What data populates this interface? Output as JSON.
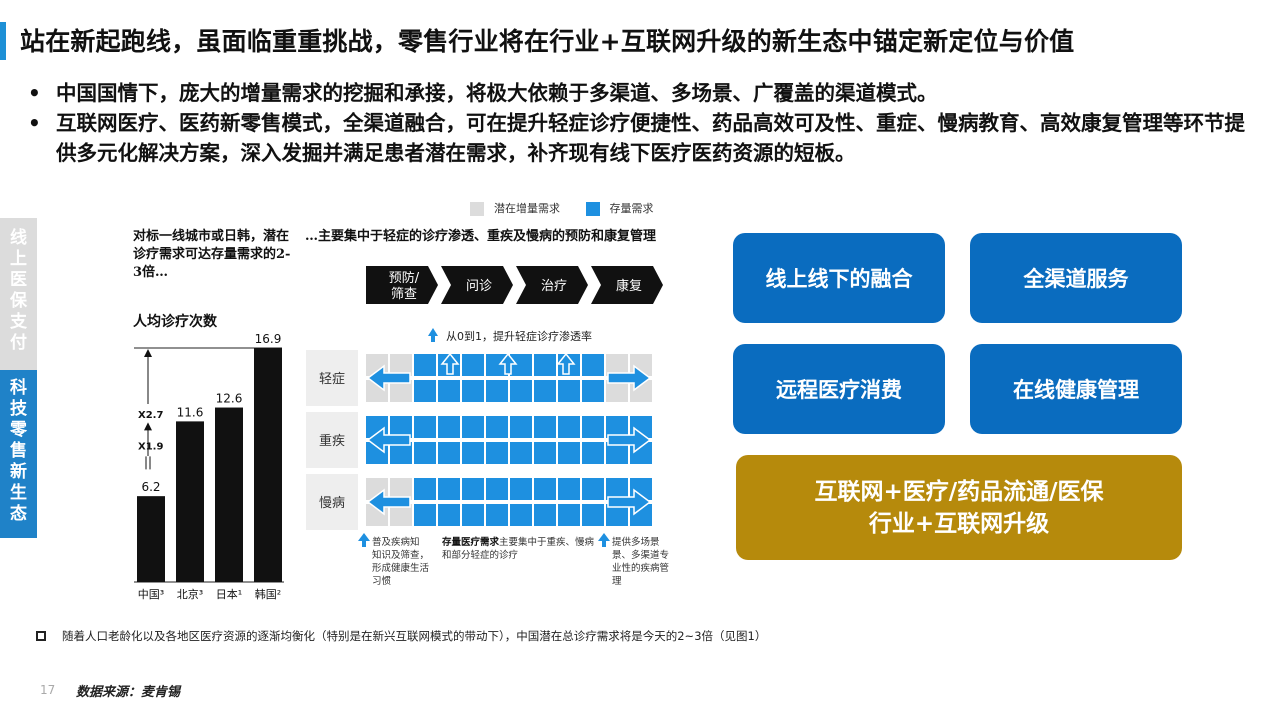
{
  "title": "站在新起跑线，虽面临重重挑战，零售行业将在行业+互联网升级的新生态中锚定新定位与价值",
  "bullets": [
    "中国国情下，庞大的增量需求的挖掘和承接，将极大依赖于多渠道、多场景、广覆盖的渠道模式。",
    "互联网医疗、医药新零售模式，全渠道融合，可在提升轻症诊疗便捷性、药品高效可及性、重症、慢病教育、高效康复管理等环节提供多元化解决方案，深入发掘并满足患者潜在需求，补齐现有线下医疗医药资源的短板。"
  ],
  "side": {
    "gray": "线上医保支付",
    "blue": "科技零售新生态"
  },
  "legend": {
    "latent": "潜在增量需求",
    "existing": "存量需求",
    "latent_color": "#dcdcdc",
    "existing_color": "#1e90e0"
  },
  "left_chart": {
    "title": "对标一线城市或日韩，潜在诊疗需求可达存量需求的2-3倍…",
    "ylabel": "人均诊疗次数"
  },
  "chart_data": {
    "type": "bar",
    "categories": [
      "中国³",
      "北京³",
      "日本¹",
      "韩国²"
    ],
    "values": [
      6.2,
      11.6,
      12.6,
      16.9
    ],
    "ylabel": "人均诊疗次数",
    "ylim": [
      0,
      16.9
    ],
    "annotations": [
      "X2.7",
      "X1.9"
    ],
    "grid": false
  },
  "middle": {
    "title": "…主要集中于轻症的诊疗渗透、重疾及慢病的预防和康复管理",
    "stages": [
      "预防/\n筛查",
      "问诊",
      "治疗",
      "康复"
    ],
    "note": "从0到1，提升轻症诊疗渗透率",
    "rows": [
      "轻症",
      "重疾",
      "慢病"
    ],
    "captions": [
      {
        "bold": "",
        "text": "普及疾病知识及筛查，形成健康生活习惯"
      },
      {
        "bold": "存量医疗需求",
        "text": "主要集中于重疾、慢病和部分轻症的诊疗"
      },
      {
        "bold": "",
        "text": "提供多场景、多渠道专业性的疾病管理"
      }
    ]
  },
  "boxes": {
    "b1": "线上线下的融合",
    "b2": "全渠道服务",
    "b3": "远程医疗消费",
    "b4": "在线健康管理",
    "b5": "互联网+医疗/药品流通/医保行业+互联网升级"
  },
  "footnote": "随着人口老龄化以及各地区医疗资源的逐渐均衡化（特别是在新兴互联网模式的带动下），中国潜在总诊疗需求将是今天的2~3倍（见图1）",
  "page_number": "17",
  "source": "数据来源：麦肯锡"
}
